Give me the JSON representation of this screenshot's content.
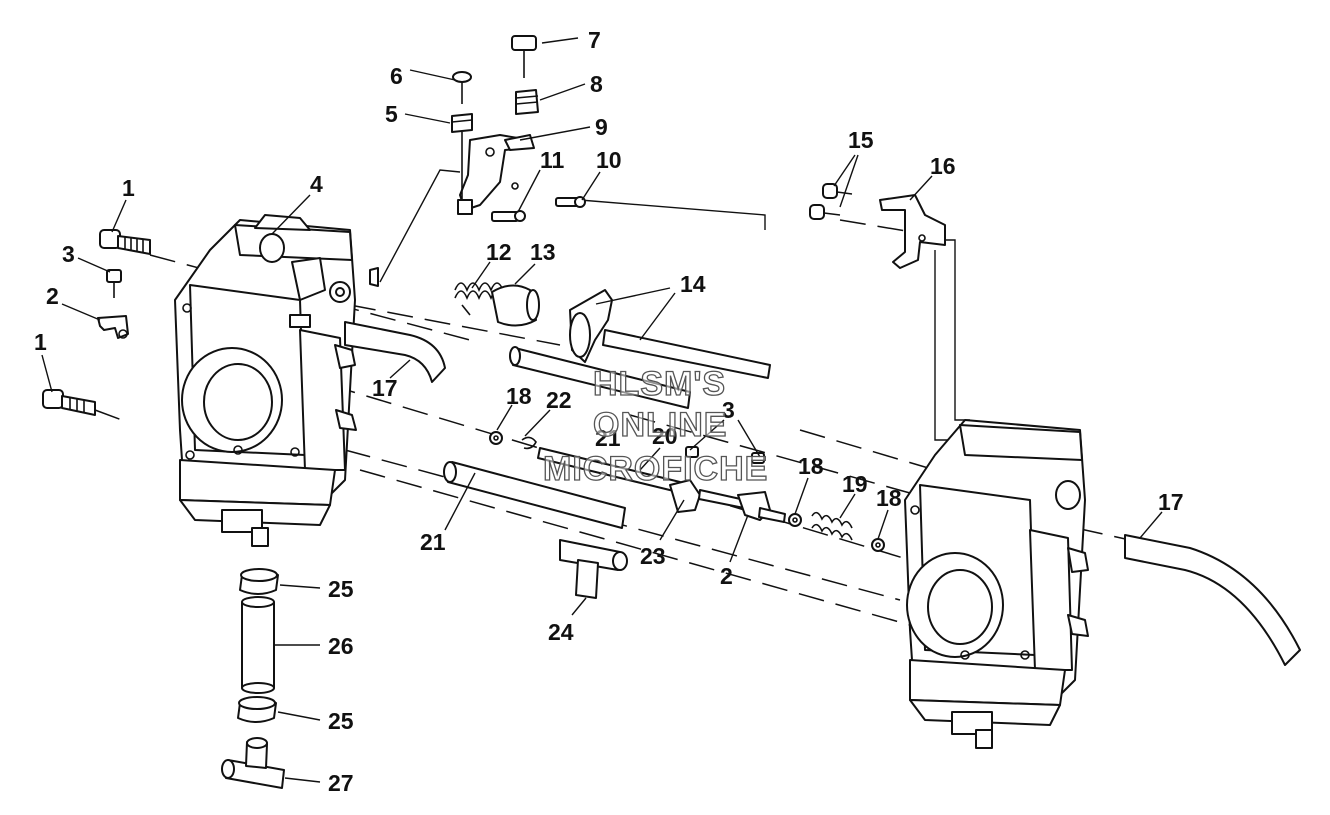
{
  "watermark": {
    "line1": "HLSM'S",
    "line2": "ONLINE",
    "line3": "MICROFICHE"
  },
  "callouts": [
    {
      "id": "c7",
      "text": "7"
    },
    {
      "id": "c6",
      "text": "6"
    },
    {
      "id": "c8",
      "text": "8"
    },
    {
      "id": "c5",
      "text": "5"
    },
    {
      "id": "c9",
      "text": "9"
    },
    {
      "id": "c11",
      "text": "11"
    },
    {
      "id": "c10",
      "text": "10"
    },
    {
      "id": "c1a",
      "text": "1"
    },
    {
      "id": "c4",
      "text": "4"
    },
    {
      "id": "c3a",
      "text": "3"
    },
    {
      "id": "c2a",
      "text": "2"
    },
    {
      "id": "c1b",
      "text": "1"
    },
    {
      "id": "c12",
      "text": "12"
    },
    {
      "id": "c13",
      "text": "13"
    },
    {
      "id": "c14",
      "text": "14"
    },
    {
      "id": "c15",
      "text": "15"
    },
    {
      "id": "c16",
      "text": "16"
    },
    {
      "id": "c17a",
      "text": "17"
    },
    {
      "id": "c18a",
      "text": "18"
    },
    {
      "id": "c22",
      "text": "22"
    },
    {
      "id": "c21a",
      "text": "21"
    },
    {
      "id": "c20",
      "text": "20"
    },
    {
      "id": "c3b",
      "text": "3"
    },
    {
      "id": "c18b",
      "text": "18"
    },
    {
      "id": "c19",
      "text": "19"
    },
    {
      "id": "c18c",
      "text": "18"
    },
    {
      "id": "c17b",
      "text": "17"
    },
    {
      "id": "c21b",
      "text": "21"
    },
    {
      "id": "c23",
      "text": "23"
    },
    {
      "id": "c2b",
      "text": "2"
    },
    {
      "id": "c24",
      "text": "24"
    },
    {
      "id": "c25a",
      "text": "25"
    },
    {
      "id": "c26",
      "text": "26"
    },
    {
      "id": "c25b",
      "text": "25"
    },
    {
      "id": "c27",
      "text": "27"
    }
  ]
}
